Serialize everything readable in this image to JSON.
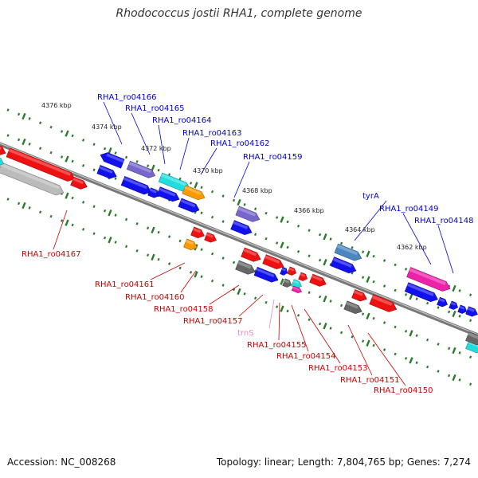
{
  "header": {
    "title": "Rhodococcus jostii RHA1, complete genome"
  },
  "footer": {
    "accession": "Accession: NC_008268",
    "summary": "Topology: linear; Length: 7,804,765 bp; Genes: 7,274"
  },
  "scale_labels": [
    "4376 kbp",
    "4374 kbp",
    "4372 kbp",
    "4370 kbp",
    "4368 kbp",
    "4366 kbp",
    "4364 kbp",
    "4362 kbp"
  ],
  "gene_labels_top": [
    "RHA1_ro04166",
    "RHA1_ro04165",
    "RHA1_ro04164",
    "RHA1_ro04163",
    "RHA1_ro04162",
    "RHA1_ro04159",
    "tyrA",
    "RHA1_ro04149",
    "RHA1_ro04148"
  ],
  "gene_labels_bottom": [
    "RHA1_ro04167",
    "RHA1_ro04161",
    "RHA1_ro04160",
    "RHA1_ro04158",
    "RHA1_ro04157",
    "trnS",
    "RHA1_ro04155",
    "RHA1_ro04154",
    "RHA1_ro04153",
    "RHA1_ro04151",
    "RHA1_ro04150"
  ],
  "colors": {
    "top_label": "#0000cc",
    "bottom_label": "#cc0000",
    "trna_label": "#ee88bb",
    "tick": "#2a7a2a",
    "backbone": "#777777",
    "gene_red": "#ee1111",
    "gene_blue": "#1111ee",
    "gene_grey": "#bbbbbb",
    "gene_dark": "#666666",
    "gene_cyan": "#22dddd",
    "gene_orange": "#ff9900",
    "gene_purple": "#7766cc",
    "gene_steel": "#4a86bf",
    "gene_pink": "#ee22aa"
  }
}
